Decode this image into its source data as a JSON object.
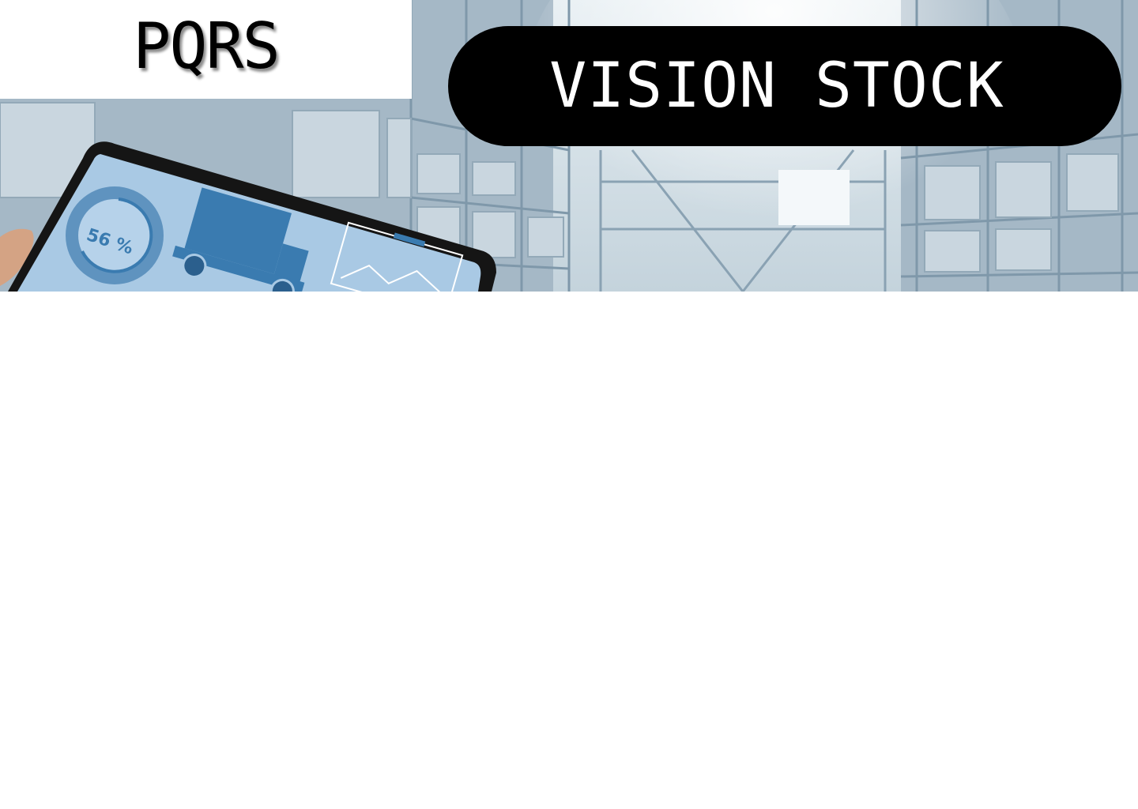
{
  "brand": {
    "logo_text": "PQRS"
  },
  "header": {
    "title": "VISION STOCK"
  },
  "hero": {
    "tablet_percent_label": "56 %",
    "tablet_progress": 0.56
  },
  "colors": {
    "pill_background": "#000000",
    "pill_text": "#ffffff",
    "logo_text": "#000000",
    "tablet_accent": "#3a7bb0",
    "tablet_screen": "#a9c9e4"
  }
}
